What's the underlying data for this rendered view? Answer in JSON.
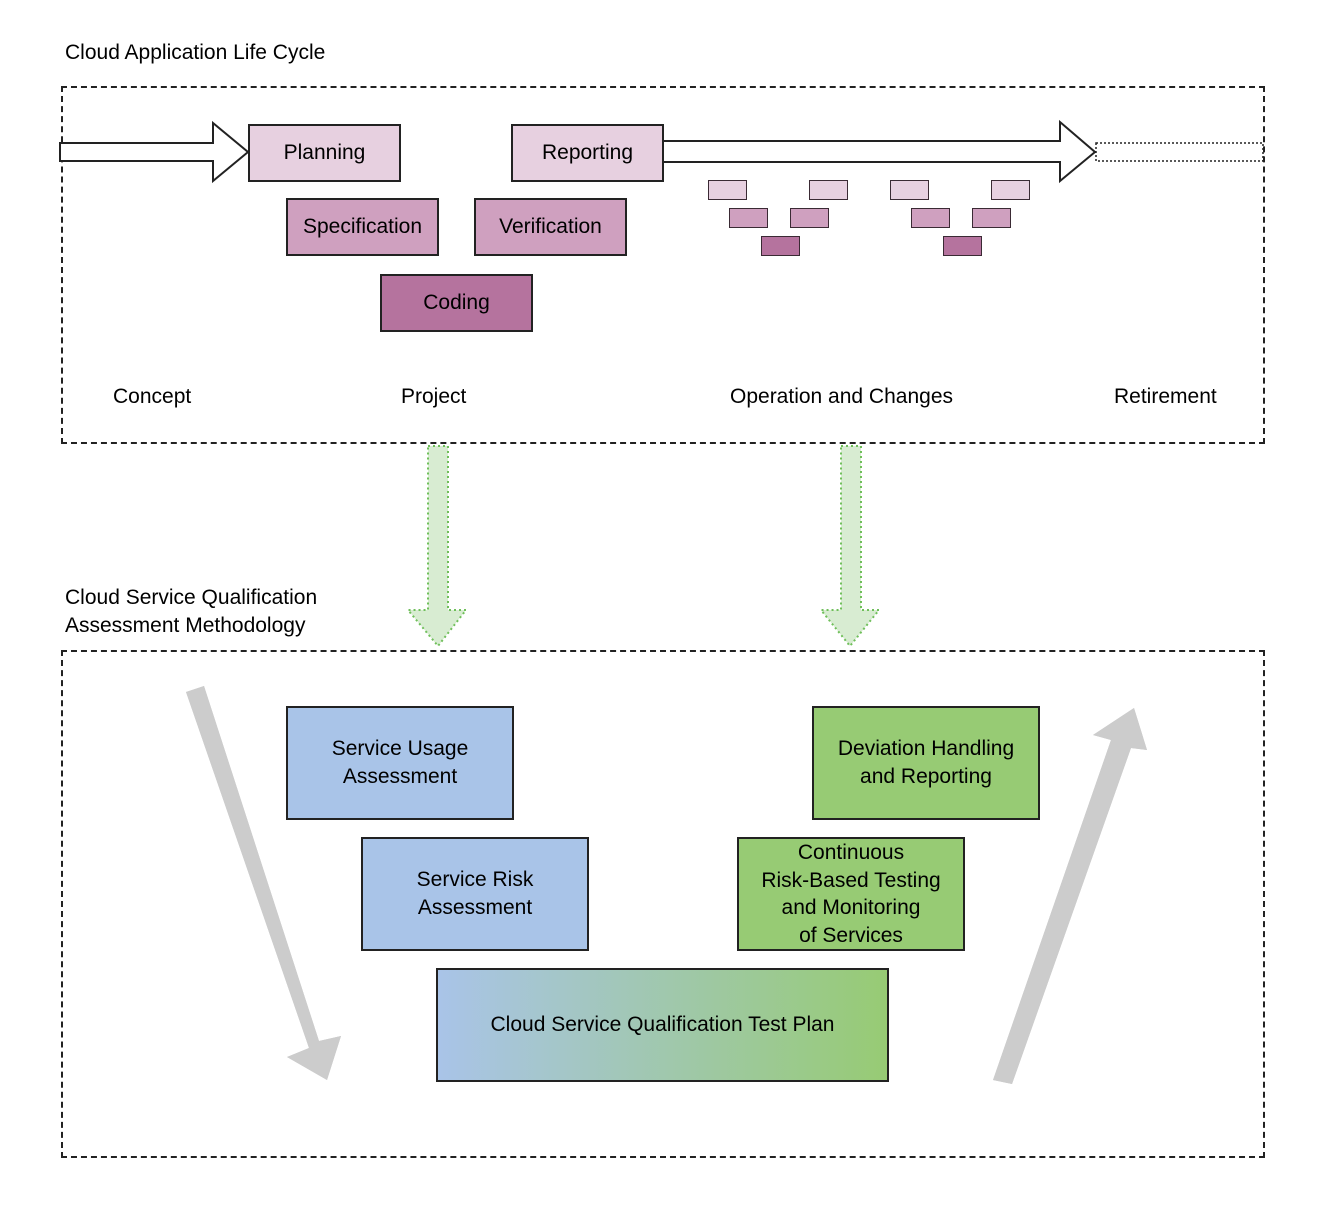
{
  "top": {
    "title": "Cloud Application Life Cycle",
    "boxes": {
      "planning": "Planning",
      "reporting": "Reporting",
      "specification": "Specification",
      "verification": "Verification",
      "coding": "Coding"
    },
    "phases": {
      "concept": "Concept",
      "project": "Project",
      "operation": "Operation and Changes",
      "retirement": "Retirement"
    }
  },
  "bottom": {
    "title_line1": "Cloud Service Qualification",
    "title_line2": "Assessment Methodology",
    "boxes": {
      "usage_l1": "Service Usage",
      "usage_l2": "Assessment",
      "risk_l1": "Service Risk",
      "risk_l2": "Assessment",
      "deviation_l1": "Deviation Handling",
      "deviation_l2": "and Reporting",
      "continuous_l1": "Continuous",
      "continuous_l2": "Risk-Based Testing",
      "continuous_l3": "and Monitoring",
      "continuous_l4": "of Services",
      "testplan": "Cloud Service Qualification Test Plan"
    }
  },
  "colors": {
    "light_pink": "#e7d0e0",
    "mid_pink": "#cfa0bf",
    "dark_pink": "#b5739e",
    "blue": "#a9c4e8",
    "green": "#97cb74",
    "green_arrow": "#d8ecd2",
    "gray_arrow": "#cccccc"
  }
}
